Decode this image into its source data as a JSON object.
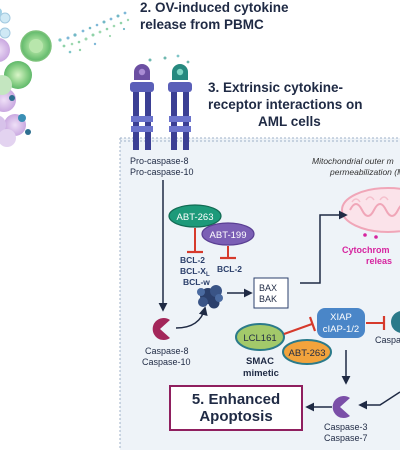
{
  "step2": {
    "line1": "2. OV-induced cytokine",
    "line2": "release from PBMC"
  },
  "step3": {
    "line1": "3. Extrinsic cytokine-",
    "line2": "receptor interactions on",
    "line3": "AML cells"
  },
  "procaspase": {
    "line1": "Pro-caspase-8",
    "line2": "Pro-caspase-10"
  },
  "mito": {
    "line1": "Mitochondrial outer m",
    "line2": "permeabilization (M"
  },
  "cytochrome": {
    "line1": "Cytochrom",
    "line2": "releas"
  },
  "drugs": {
    "abt263": "ABT-263",
    "abt199": "ABT-199",
    "lcl161": "LCL161",
    "abt263b": "ABT-263"
  },
  "bcl_left": {
    "l1": "BCL-2",
    "l2": "BCL-X",
    "l2_sub": "L",
    "l3": "BCL-w"
  },
  "bcl_right": "BCL-2",
  "bax_bak": {
    "l1": "BAX",
    "l2": "BAK"
  },
  "xiap": {
    "l1": "XIAP",
    "l2": "cIAP-1/2"
  },
  "smac": {
    "l1": "SMAC",
    "l2": "mimetic"
  },
  "casp8": {
    "l1": "Caspase-8",
    "l2": "Caspase-10"
  },
  "casp3": {
    "l1": "Caspase-3",
    "l2": "Caspase-7"
  },
  "casp_partial": "Caspa",
  "step5": {
    "l1": "5. Enhanced",
    "l2": "Apoptosis"
  },
  "colors": {
    "navy": "#1f2a44",
    "abt_green": "#1d9a7a",
    "abt_purple": "#7b5fb5",
    "lcl_green": "#a3c96a",
    "abt_orange": "#f2a33c",
    "xiap_blue": "#4a86c8",
    "teal": "#2b7a8a",
    "caspase_pink": "#a3265a",
    "caspase3_purple": "#7b4fa8",
    "inhibit_red": "#d63a2c",
    "apoptosis_border": "#8f1f5f",
    "cytochrome_pink": "#d6249f",
    "mito_pink": "#f0a6b8"
  }
}
